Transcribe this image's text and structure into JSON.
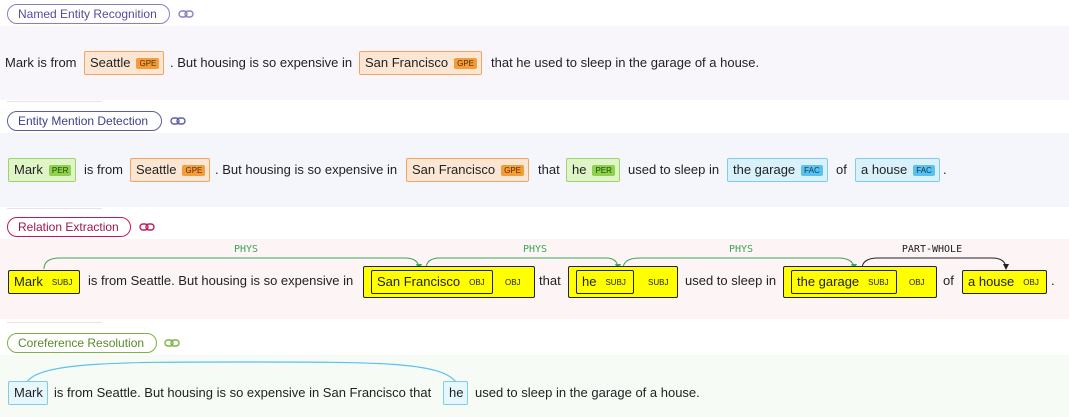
{
  "ner": {
    "title": "Named Entity Recognition",
    "color": "#8e7cc3",
    "t1": "Mark is from",
    "e1": "Seattle",
    "e1_tag": "GPE",
    "t2": ". But housing is so expensive in",
    "e2": "San Francisco",
    "e2_tag": "GPE",
    "t3": "that he used to sleep in the garage of a house."
  },
  "emd": {
    "title": "Entity Mention Detection",
    "color": "#5b5ea6",
    "e1": "Mark",
    "e1_tag": "PER",
    "t1": "is from",
    "e2": "Seattle",
    "e2_tag": "GPE",
    "t2": ". But housing is so expensive in",
    "e3": "San Francisco",
    "e3_tag": "GPE",
    "t3": "that",
    "e4": "he",
    "e4_tag": "PER",
    "t4": "used to sleep in",
    "e5": "the garage",
    "e5_tag": "FAC",
    "t5": "of",
    "e6": "a house",
    "e6_tag": "FAC",
    "t6": "."
  },
  "re": {
    "title": "Relation Extraction",
    "color": "#c2185b",
    "relations": [
      "PHYS",
      "PHYS",
      "PHYS",
      "PART-WHOLE"
    ],
    "e1": "Mark",
    "e1_tag": "SUBJ",
    "t1": "is from Seattle. But housing is so expensive in",
    "e2": "San Francisco",
    "e2_tag": "OBJ",
    "e2_outer_tag": "OBJ",
    "t2": "that",
    "e3": "he",
    "e3_tag": "SUBJ",
    "e3_outer_tag": "SUBJ",
    "t3": "used to sleep in",
    "e4": "the garage",
    "e4_tag": "SUBJ",
    "e4_outer_tag": "OBJ",
    "t4": "of",
    "e5": "a house",
    "e5_tag": "OBJ",
    "t5": "."
  },
  "coref": {
    "title": "Coreference Resolution",
    "color": "#7cb342",
    "e1": "Mark",
    "t1": "is from Seattle. But housing is so expensive in San Francisco that",
    "e2": "he",
    "t2": "used to sleep in the garage of a house."
  }
}
